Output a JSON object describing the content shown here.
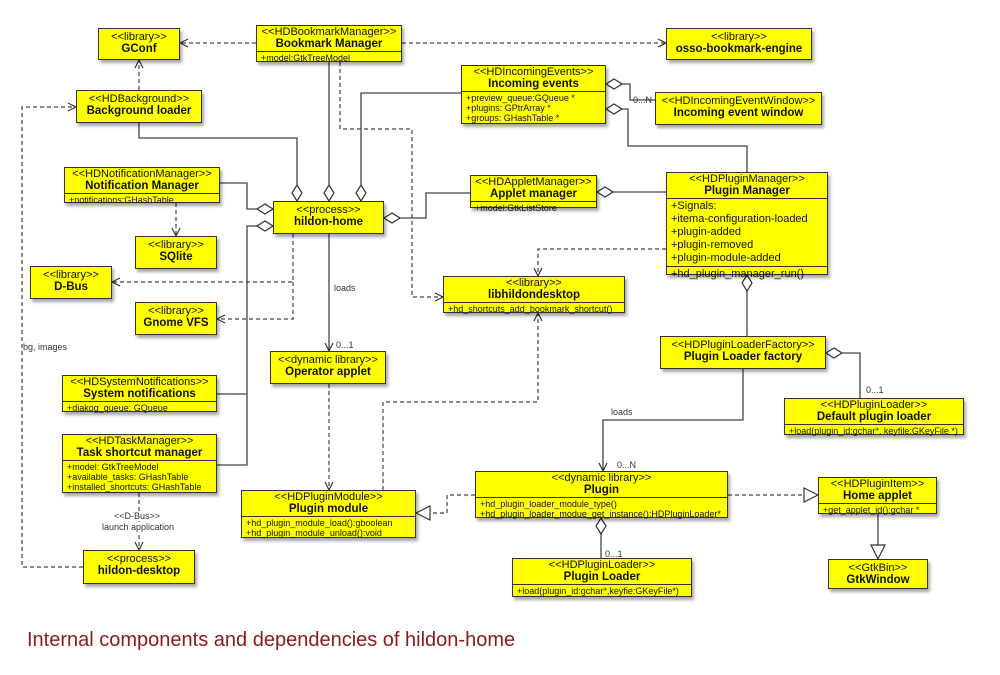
{
  "boxes": {
    "gconf": {
      "stereotype": "<<library>>",
      "name": "GConf"
    },
    "bookmark": {
      "stereotype": "<<HDBookmarkManager>>",
      "name": "Bookmark Manager",
      "attrs": [
        "+model:GtkTreeModel"
      ]
    },
    "osso": {
      "stereotype": "<<library>>",
      "name": "osso-bookmark-engine"
    },
    "background": {
      "stereotype": "<<HDBackground>>",
      "name": "Background loader"
    },
    "incoming": {
      "stereotype": "<<HDIncomingEvents>>",
      "name": "Incoming events",
      "attrs": [
        "+preview_queue:GQueue *",
        "+plugins: GPtrArray *",
        "+groups: GHashTable *"
      ]
    },
    "incoming_window": {
      "stereotype": "<<HDIncomingEventWindow>>",
      "name": "Incoming event window"
    },
    "notification": {
      "stereotype": "<<HDNotificationManager>>",
      "name": "Notification Manager",
      "attrs": [
        "+notifications:GHashTable"
      ]
    },
    "hildon_home": {
      "stereotype": "<<process>>",
      "name": "hildon-home"
    },
    "applet_manager": {
      "stereotype": "<<HDAppletManager>>",
      "name": "Applet manager",
      "attrs": [
        "+model:GtkListStore"
      ]
    },
    "plugin_manager": {
      "stereotype": "<<HDPluginManager>>",
      "name": "Plugin Manager",
      "attrs": [
        "+Signals:",
        "+itema-configuration-loaded",
        "+plugin-added",
        "+plugin-removed",
        "+plugin-module-added"
      ],
      "methods": [
        "+hd_plugin_manager_run()"
      ]
    },
    "sqlite": {
      "stereotype": "<<library>>",
      "name": "SQlite"
    },
    "dbus": {
      "stereotype": "<<library>>",
      "name": "D-Bus"
    },
    "libhildondesktop": {
      "stereotype": "<<library>>",
      "name": "libhildondesktop",
      "attrs": [
        "+hd_shortcuts_add_bookmark_shortcut()"
      ]
    },
    "gnomevfs": {
      "stereotype": "<<library>>",
      "name": "Gnome VFS"
    },
    "operator": {
      "stereotype": "<<dynamic library>>",
      "name": "Operator applet"
    },
    "factory": {
      "stereotype": "<<HDPluginLoaderFactory>>",
      "name": "Plugin Loader factory"
    },
    "sysnotif": {
      "stereotype": "<<HDSystemNotifications>>",
      "name": "System notifications",
      "attrs": [
        "+diakog_queue: GQueue"
      ]
    },
    "default_loader": {
      "stereotype": "<<HDPluginLoader>>",
      "name": "Default plugin loader",
      "attrs": [
        "+load(plugin_id:gchar*, keyfile:GKeyFile *)"
      ]
    },
    "task": {
      "stereotype": "<<HDTaskManager>>",
      "name": "Task shortcut manager",
      "attrs": [
        "+model: GtkTreeModel",
        "+available_tasks: GHashTable",
        "+installed_shortcuts: GHashTable"
      ]
    },
    "plugin_module": {
      "stereotype": "<<HDPluginModule>>",
      "name": "Plugin module",
      "attrs": [
        "+hd_plugin_module_load():gboolean",
        "+hd_plugin_module_unload():void"
      ]
    },
    "plugin": {
      "stereotype": "<<dynamic library>>",
      "name": "Plugin",
      "attrs": [
        "+hd_plugin_loader_module_type()",
        "+hd_plugin_loader_modue_get_instance():HDPluginLoader*"
      ]
    },
    "home_applet": {
      "stereotype": "<<HDPluginItem>>",
      "name": "Home applet",
      "attrs": [
        "+get_applet_id():gchar *"
      ]
    },
    "hildon_desktop": {
      "stereotype": "<<process>>",
      "name": "hildon-desktop"
    },
    "plugin_loader": {
      "stereotype": "<<HDPluginLoader>>",
      "name": "Plugin Loader",
      "attrs": [
        "+load(plugin_id:gchar*,keyfie:GKeyFile*)"
      ]
    },
    "gtkwindow": {
      "stereotype": "<<GtkBin>>",
      "name": "GtkWindow"
    }
  },
  "labels": {
    "incoming_mult": "0...N",
    "home_loads": "loads",
    "operator_mult": "0...1",
    "bg_images": "bg, images",
    "dbus_stereo": "<<D-Bus>>",
    "launch": "launch application",
    "factory_loads": "loads",
    "plugin_mult": "0...N",
    "default_mult": "0...1",
    "loader_mult": "0...1"
  },
  "caption": "Internal components and dependencies of hildon-home",
  "colors": {
    "box_fill": "#ffff00",
    "caption": "#8b1a1a"
  }
}
